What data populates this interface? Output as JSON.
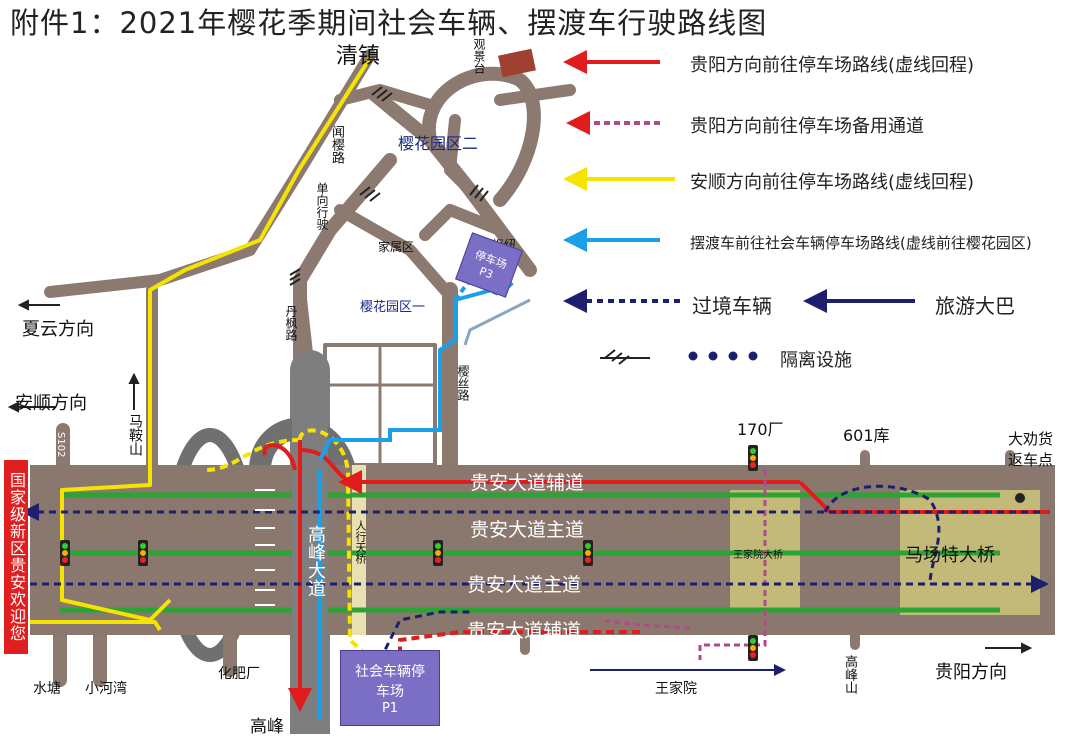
{
  "title": "附件1：2021年樱花季期间社会车辆、摆渡车行驶路线图",
  "legend": [
    {
      "color": "#e01c1c",
      "text": "贵阳方向前往停车场路线(虚线回程)"
    },
    {
      "color": "#b04a8a",
      "text": "贵阳方向前往停车场备用通道"
    },
    {
      "color": "#f5e400",
      "text": "安顺方向前往停车场路线(虚线回程)"
    },
    {
      "color": "#1aa0e8",
      "text": "摆渡车前往社会车辆停车场路线(虚线前往樱花园区)"
    },
    {
      "color": "#1c1f6e",
      "text": "过境车辆",
      "text2": "旅游大巴"
    },
    {
      "color": "#1c1f6e",
      "text": "隔离设施"
    }
  ],
  "places": {
    "qingzhen": "清镇",
    "guanjingtai": "观景台",
    "yinghua_yuanqu_er": "樱花园区二",
    "yinghua_yuanqu_yi": "樱花园区一",
    "wenying_lu": "闻樱路",
    "danxiang_xingshi": "单向行驶",
    "jiashuqu": "家属区",
    "yuanqu_shuniu": "园区枢纽",
    "tingchechang": "停车场",
    "p3": "P3",
    "danfeng_lu": "丹枫路",
    "xiayun": "夏云方向",
    "anshun": "安顺方向",
    "maanshan": "马鞍山",
    "s102": "S102",
    "banner": "国家级新区贵安欢迎您",
    "shuitang": "水塘",
    "xiaohewan": "小河湾",
    "huafeichang": "化肥厂",
    "gaofeng": "高峰",
    "gaofeng_dadao": "高峰大道",
    "renxing_tianqiao": "人行天桥",
    "shehui_lot": "社会车辆停车场",
    "p1": "P1",
    "chang170": "170厂",
    "ku601": "601库",
    "dajun": "大劝货返车点",
    "guian_fudao_top": "贵安大道辅道",
    "guian_zhudao_1": "贵安大道主道",
    "guian_zhudao_2": "贵安大道主道",
    "guian_fudao_bottom": "贵安大道辅道",
    "wangjia_bridge": "王家院大桥",
    "machangte": "马场特大桥",
    "gaofengshan": "高峰山",
    "guiyang": "贵阳方向",
    "wangjiayuan": "王家院",
    "xiangshi_lu": "樱丝路"
  }
}
